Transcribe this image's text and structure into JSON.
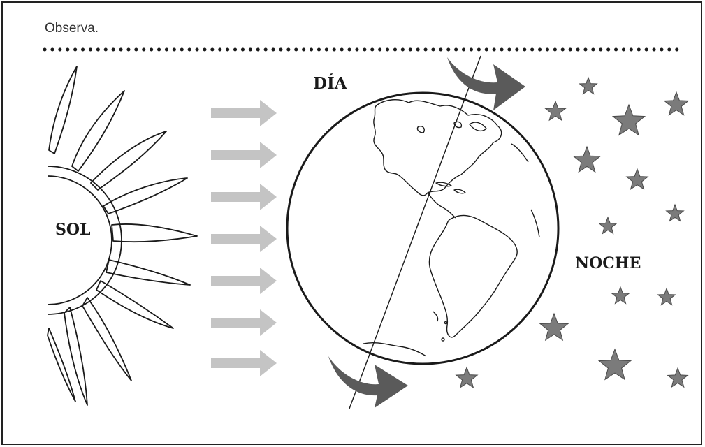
{
  "instruction": "Observa.",
  "labels": {
    "day": "DÍA",
    "sun": "SOL",
    "night": "NOCHE"
  },
  "colors": {
    "light_arrow": "#c4c4c4",
    "rotation_arrow": "#5a5a5a",
    "star_fill": "#7b7b7b",
    "outline": "#1a1a1a"
  },
  "icons": [
    "sun-icon",
    "earth-globe-icon",
    "sunlight-arrow-icon",
    "rotation-arrow-icon",
    "star-icon"
  ]
}
